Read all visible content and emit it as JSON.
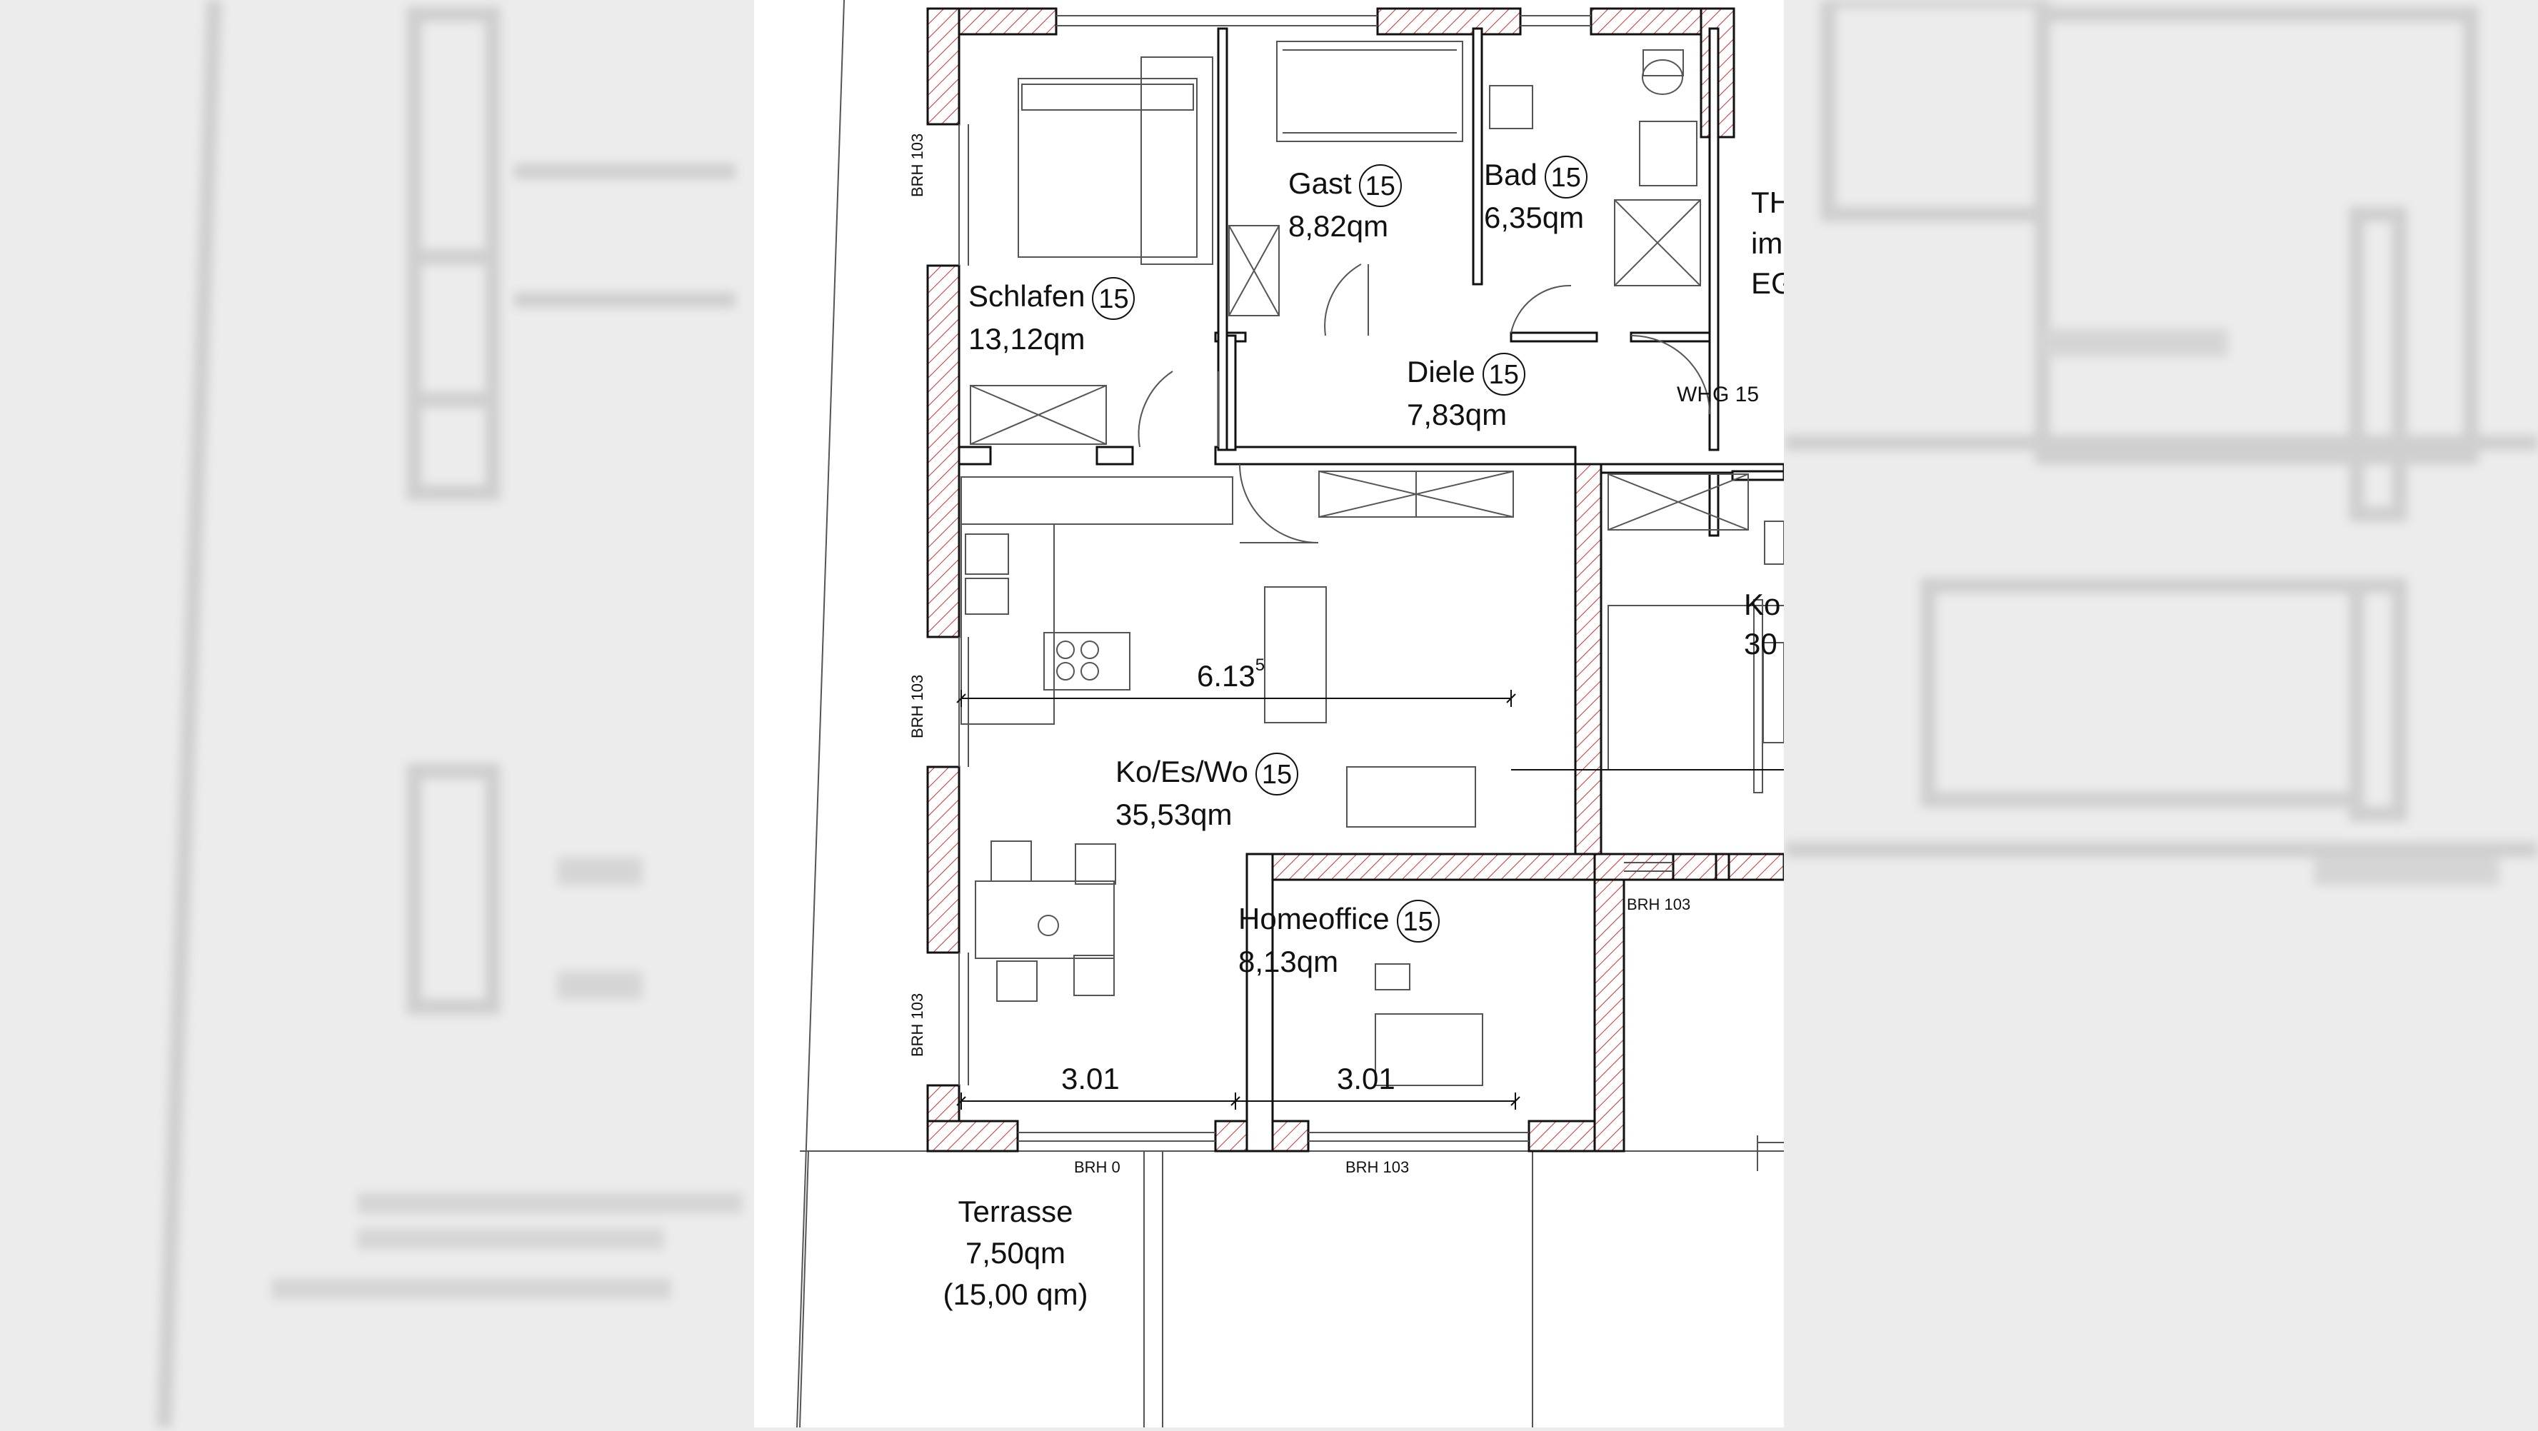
{
  "plan": {
    "rooms": [
      {
        "name": "Schlafen",
        "badge": "15",
        "area": "13,12qm"
      },
      {
        "name": "Gast",
        "badge": "15",
        "area": "8,82qm"
      },
      {
        "name": "Bad",
        "badge": "15",
        "area": "6,35qm"
      },
      {
        "name": "Diele",
        "badge": "15",
        "area": "7,83qm"
      },
      {
        "name": "Ko/Es/Wo",
        "badge": "15",
        "area": "35,53qm"
      },
      {
        "name": "Homeoffice",
        "badge": "15",
        "area": "8,13qm"
      }
    ],
    "terrace": {
      "name": "Terrasse",
      "area": "7,50qm",
      "area_total": "(15,00 qm)"
    },
    "cut_labels": {
      "th_1": "TH",
      "th_2": "im",
      "th_3": "EG",
      "ko": "Ko",
      "ko_area": "30"
    },
    "apartment": "WHG 15",
    "brh": {
      "west_1": "BRH 103",
      "west_2": "BRH 103",
      "west_3": "BRH 103",
      "east": "BRH 103",
      "south_terrace": "BRH 0",
      "south_office": "BRH 103"
    },
    "dimensions": {
      "living_width": "6.13",
      "living_width_sup": "5",
      "south_left": "3.01",
      "south_right": "3.01"
    },
    "colors": {
      "wall_hatch": "#cc3333",
      "wall_line": "#111111",
      "thin_line": "#555555"
    }
  }
}
